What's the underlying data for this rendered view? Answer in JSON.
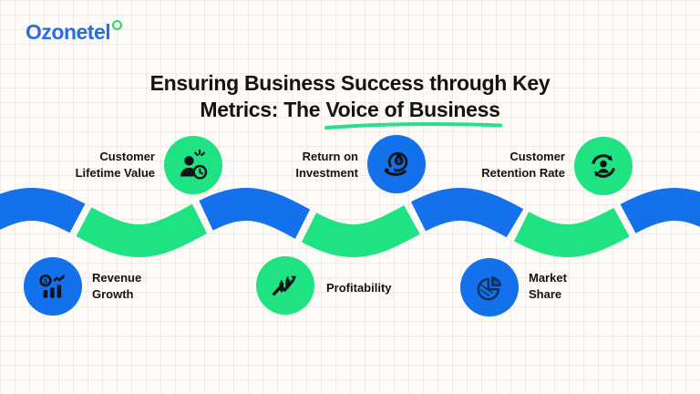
{
  "brand": {
    "logo_text": "Ozonetel",
    "logo_mark": "green-ring-icon"
  },
  "title": {
    "line1": "Ensuring Business Success through Key",
    "line2_prefix": "Metrics: The",
    "line2_highlight": "Voice of Business"
  },
  "metrics": {
    "top": [
      {
        "line1": "Customer",
        "line2": "Lifetime Value",
        "icon": "person-clock-icon",
        "circle_color": "green"
      },
      {
        "line1": "Return on",
        "line2": "Investment",
        "icon": "hand-money-return-icon",
        "circle_color": "blue"
      },
      {
        "line1": "Customer",
        "line2": "Retention Rate",
        "icon": "person-refresh-icon",
        "circle_color": "green"
      }
    ],
    "bottom": [
      {
        "line1": "Revenue",
        "line2": "Growth",
        "icon": "revenue-bars-coin-icon",
        "circle_color": "blue"
      },
      {
        "line1": "Profitability",
        "line2": "",
        "icon": "growth-arrow-bars-icon",
        "circle_color": "green"
      },
      {
        "line1": "Market",
        "line2": "Share",
        "icon": "pie-chart-icon",
        "circle_color": "blue"
      }
    ]
  },
  "colors": {
    "blue": "#1371EC",
    "green": "#1FE383",
    "text": "#141414",
    "logo_blue": "#2A6BDD",
    "logo_ring_green": "#31D464",
    "underline_green": "#2BDE8C",
    "icon_ink": "#101418",
    "pie_navy": "#12305E"
  }
}
